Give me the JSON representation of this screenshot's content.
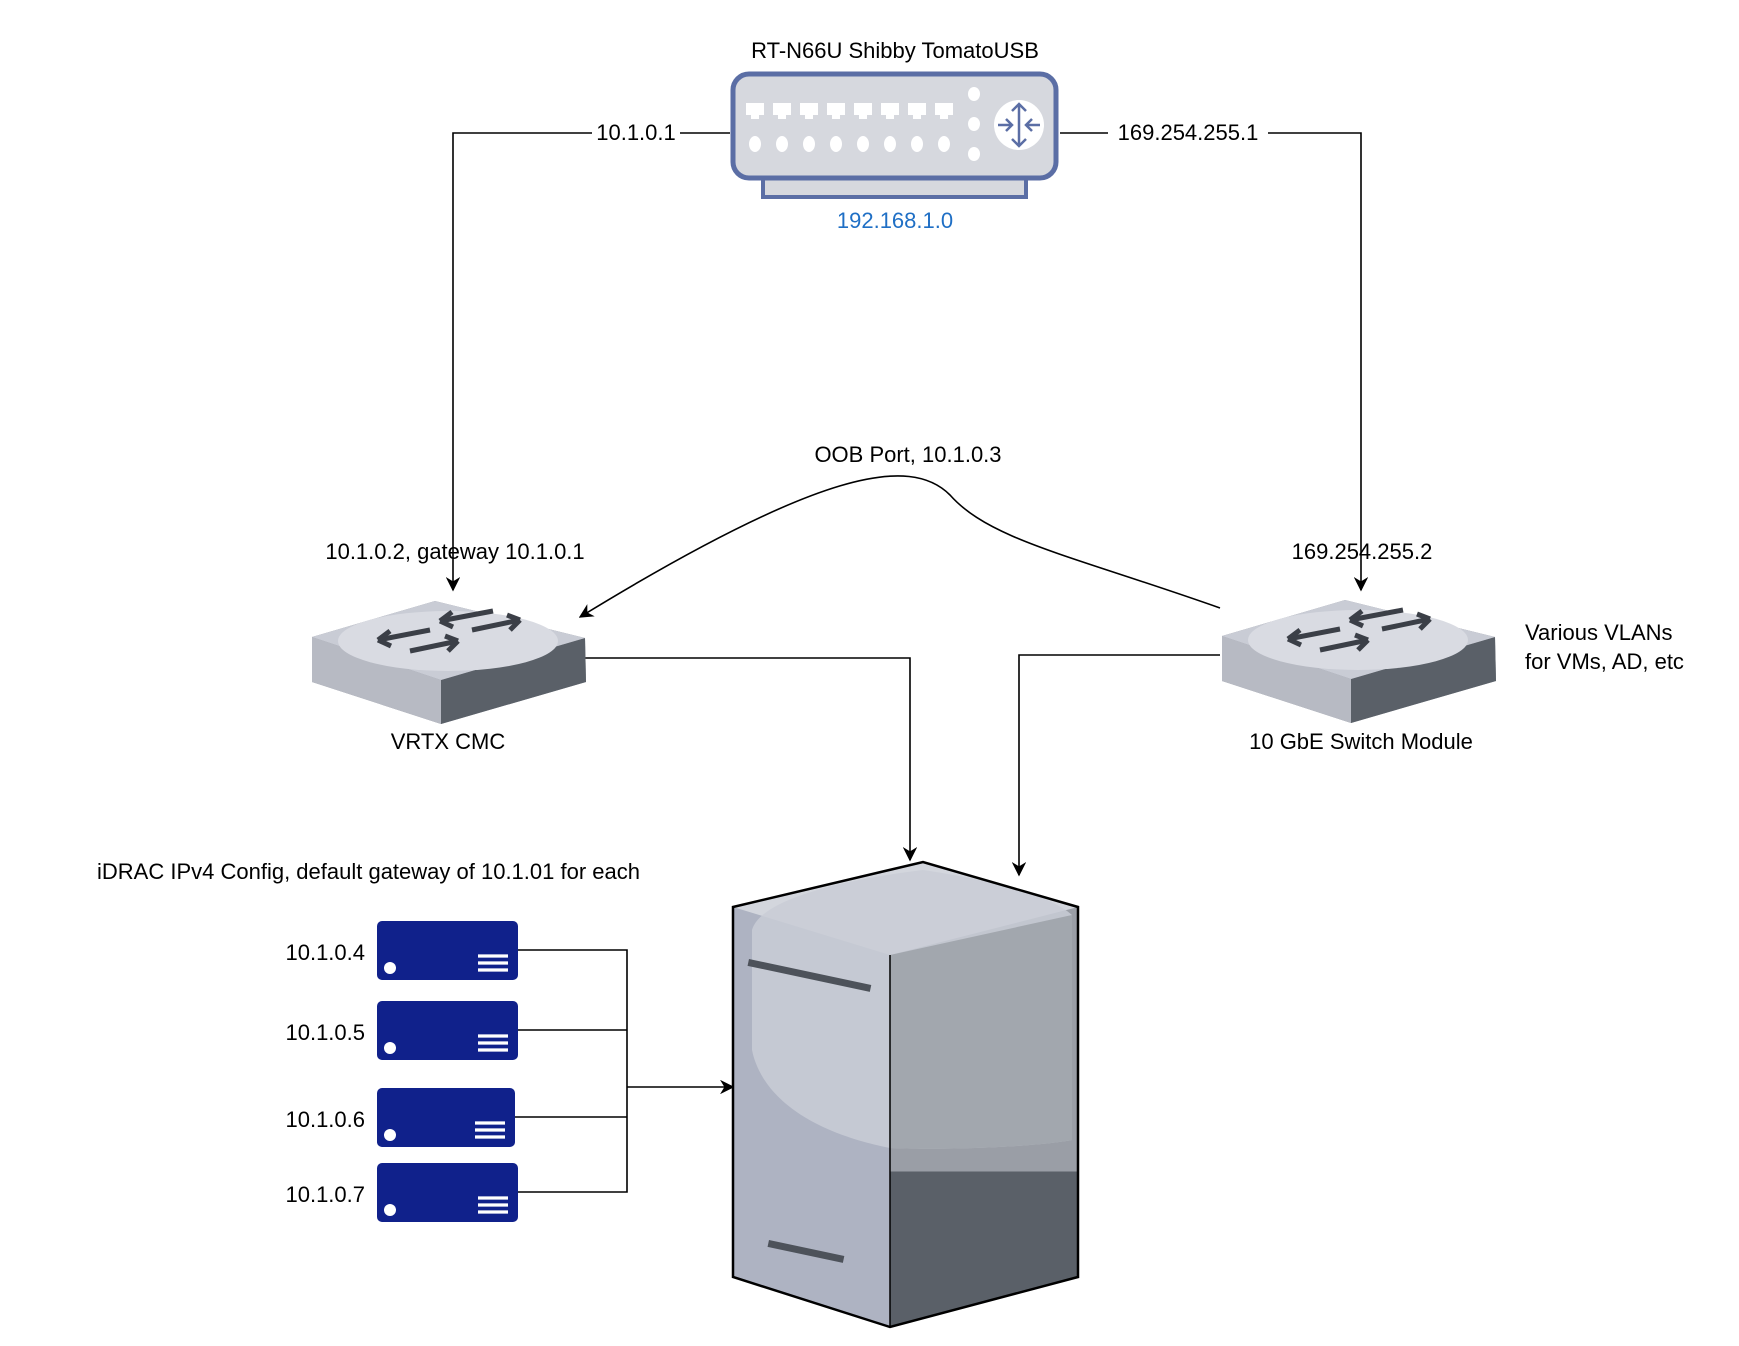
{
  "router": {
    "title": "RT-N66U Shibby TomatoUSB",
    "subnet": "192.168.1.0",
    "left_port_ip": "10.1.0.1",
    "right_port_ip": "169.254.255.1"
  },
  "cmc": {
    "address_label": "10.1.0.2, gateway 10.1.0.1",
    "name": "VRTX CMC"
  },
  "switch_module": {
    "address_label": "169.254.255.2",
    "name": "10 GbE Switch Module",
    "note_line1": "Various VLANs",
    "note_line2": "for VMs, AD, etc"
  },
  "oob_link": {
    "label": "OOB Port, 10.1.0.3"
  },
  "idrac": {
    "title": "iDRAC IPv4 Config, default gateway of 10.1.01 for each",
    "servers": [
      {
        "ip": "10.1.0.4"
      },
      {
        "ip": "10.1.0.5"
      },
      {
        "ip": "10.1.0.6"
      },
      {
        "ip": "10.1.0.7"
      }
    ]
  },
  "colors": {
    "router_body": "#d6d8de",
    "router_outline": "#5b6ea5",
    "subnet_text": "#1f6fc5",
    "switch_top": "#c9ccd5",
    "switch_side": "#5a6068",
    "blade_fill": "#10218b",
    "tower_front": "#aeb3c2",
    "tower_side": "#5a6068"
  }
}
